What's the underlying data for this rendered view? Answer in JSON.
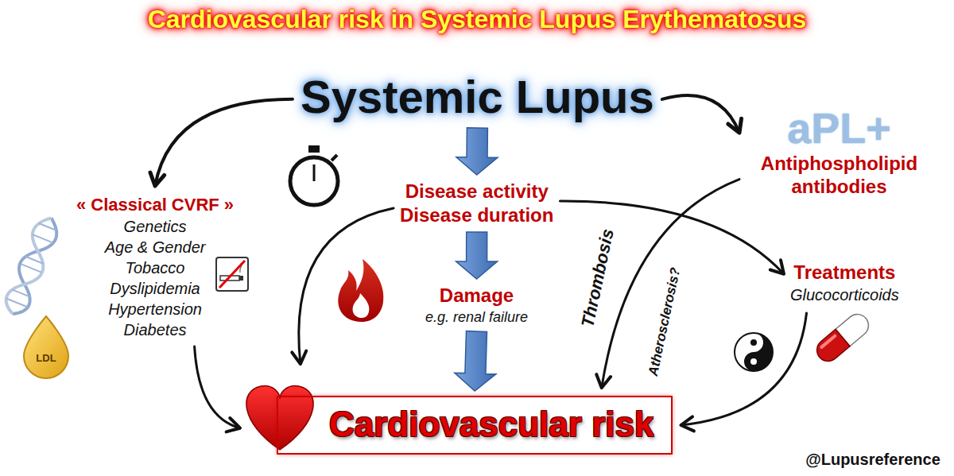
{
  "diagram": {
    "title": "Cardiovascular risk in Systemic Lupus Erythematosus",
    "nodes": [
      {
        "text": [
          "Systemic Lupus"
        ]
      },
      {
        "text": [
          "« Classical CVRF »",
          "Genetics",
          "Age & Gender",
          "Tobacco",
          "Dyslipidemia",
          "Hypertension",
          "Diabetes"
        ]
      },
      {
        "text": [
          "Disease activity",
          "Disease duration"
        ]
      },
      {
        "text": [
          "aPL+",
          "Antiphospholipid antibodies"
        ]
      },
      {
        "text": [
          "Damage",
          "e.g. renal failure"
        ]
      },
      {
        "text": [
          "Treatments",
          "Glucocorticoids"
        ]
      },
      {
        "text": [
          "Cardiovascular risk"
        ]
      }
    ],
    "edges": [
      {
        "from": 0,
        "to": 1,
        "arrow": "to"
      },
      {
        "from": 0,
        "to": 2,
        "arrow": "to"
      },
      {
        "from": 0,
        "to": 3,
        "arrow": "to"
      },
      {
        "from": 2,
        "to": 4,
        "arrow": "to"
      },
      {
        "from": 4,
        "to": 6,
        "arrow": "to"
      },
      {
        "from": 1,
        "to": 6,
        "arrow": "to"
      },
      {
        "from": 2,
        "to": 6,
        "arrow": "to"
      },
      {
        "from": 2,
        "to": 5,
        "arrow": "to"
      },
      {
        "from": 3,
        "to": 6,
        "label": "Thrombosis",
        "arrow": "to"
      },
      {
        "from": 5,
        "to": 6,
        "arrow": "to"
      }
    ],
    "labels": [
      "Atherosclerosis?",
      "LDL",
      "@Lupusreference"
    ]
  }
}
